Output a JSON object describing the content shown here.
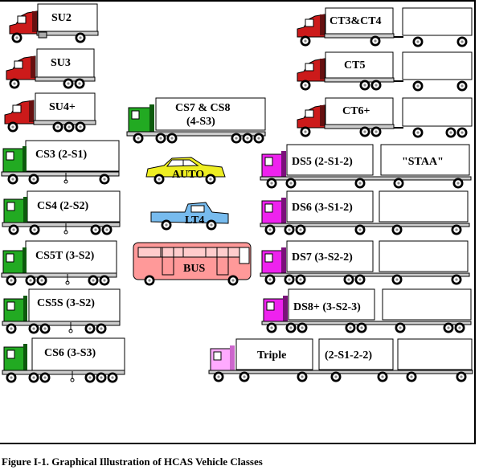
{
  "figure": {
    "caption": "Figure I-1.  Graphical Illustration of HCAS Vehicle Classes"
  },
  "colors": {
    "red": "#cc1a1a",
    "green": "#22aa22",
    "magenta": "#ee22ee",
    "pink": "#ffaaaa",
    "yellow": "#eeee22",
    "blue": "#77bbee",
    "busPink": "#ff9999"
  },
  "vehicles": [
    {
      "id": "su2",
      "label": "SU2",
      "labels": [
        "SU2"
      ],
      "kind": "single",
      "color": "red"
    },
    {
      "id": "su3",
      "label": "SU3",
      "labels": [
        "SU3"
      ],
      "kind": "single",
      "color": "red"
    },
    {
      "id": "su4plus",
      "label": "SU4+",
      "labels": [
        "SU4+"
      ],
      "kind": "single",
      "color": "red"
    },
    {
      "id": "cs7cs8",
      "label": "CS7 & CS8",
      "labels": [
        "CS7 & CS8",
        "(4-S3)"
      ],
      "kind": "semi",
      "color": "green"
    },
    {
      "id": "ct3ct4",
      "label": "CT3&CT4",
      "labels": [
        "CT3&CT4"
      ],
      "kind": "truck-trailer",
      "color": "red"
    },
    {
      "id": "ct5",
      "label": "CT5",
      "labels": [
        "CT5"
      ],
      "kind": "truck-trailer",
      "color": "red"
    },
    {
      "id": "ct6plus",
      "label": "CT6+",
      "labels": [
        "CT6+"
      ],
      "kind": "truck-trailer",
      "color": "red"
    },
    {
      "id": "cs3",
      "label": "CS3  (2-S1)",
      "labels": [
        "CS3  (2-S1)"
      ],
      "kind": "semi",
      "color": "green"
    },
    {
      "id": "cs4",
      "label": "CS4  (2-S2)",
      "labels": [
        "CS4  (2-S2)"
      ],
      "kind": "semi",
      "color": "green"
    },
    {
      "id": "cs5t",
      "label": "CS5T  (3-S2)",
      "labels": [
        "CS5T  (3-S2)"
      ],
      "kind": "semi",
      "color": "green"
    },
    {
      "id": "cs5s",
      "label": "CS5S  (3-S2)",
      "labels": [
        "CS5S  (3-S2)"
      ],
      "kind": "semi",
      "color": "green"
    },
    {
      "id": "cs6",
      "label": "CS6  (3-S3)",
      "labels": [
        "CS6  (3-S3)"
      ],
      "kind": "semi",
      "color": "green"
    },
    {
      "id": "auto",
      "label": "AUTO",
      "labels": [
        "AUTO"
      ],
      "kind": "car",
      "color": "yellow"
    },
    {
      "id": "lt4",
      "label": "LT4",
      "labels": [
        "LT4"
      ],
      "kind": "pickup",
      "color": "blue"
    },
    {
      "id": "bus",
      "label": "BUS",
      "labels": [
        "BUS"
      ],
      "kind": "bus",
      "color": "busPink"
    },
    {
      "id": "ds5",
      "label": "DS5    (2-S1-2)",
      "labels": [
        "DS5    (2-S1-2)",
        "\"STAA\""
      ],
      "kind": "double",
      "color": "magenta"
    },
    {
      "id": "ds6",
      "label": "DS6    (3-S1-2)",
      "labels": [
        "DS6    (3-S1-2)"
      ],
      "kind": "double",
      "color": "magenta"
    },
    {
      "id": "ds7",
      "label": "DS7    (3-S2-2)",
      "labels": [
        "DS7    (3-S2-2)"
      ],
      "kind": "double",
      "color": "magenta"
    },
    {
      "id": "ds8plus",
      "label": "DS8+  (3-S2-3)",
      "labels": [
        "DS8+  (3-S2-3)"
      ],
      "kind": "double",
      "color": "magenta"
    },
    {
      "id": "triple",
      "label": "Triple",
      "labels": [
        "Triple",
        "(2-S1-2-2)"
      ],
      "kind": "triple",
      "color": "pink"
    }
  ]
}
